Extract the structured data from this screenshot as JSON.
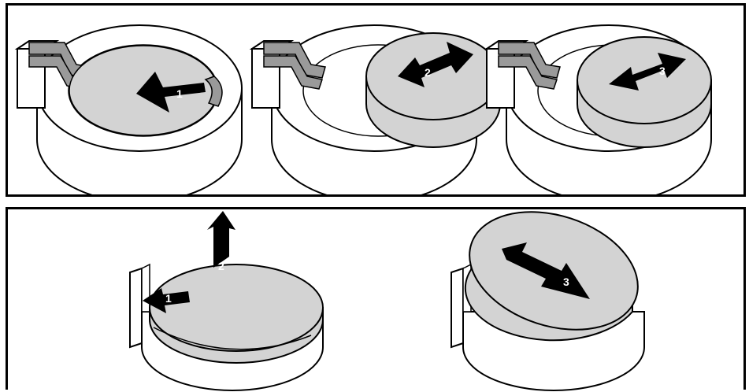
{
  "colors": {
    "ink": "#000000",
    "body": "#ffffff",
    "cell": "#d3d3d3",
    "tab": "#9a9a9a"
  },
  "icons": [
    "battery-holder-icon",
    "coin-cell-icon",
    "arrow-icon",
    "retaining-clip-icon"
  ],
  "top_panel": {
    "steps": [
      {
        "label": "1"
      },
      {
        "label": "2"
      },
      {
        "label": "3"
      }
    ]
  },
  "bottom_panel": {
    "steps": [
      {
        "label": "1"
      },
      {
        "label": "2"
      },
      {
        "label": "3"
      }
    ]
  }
}
